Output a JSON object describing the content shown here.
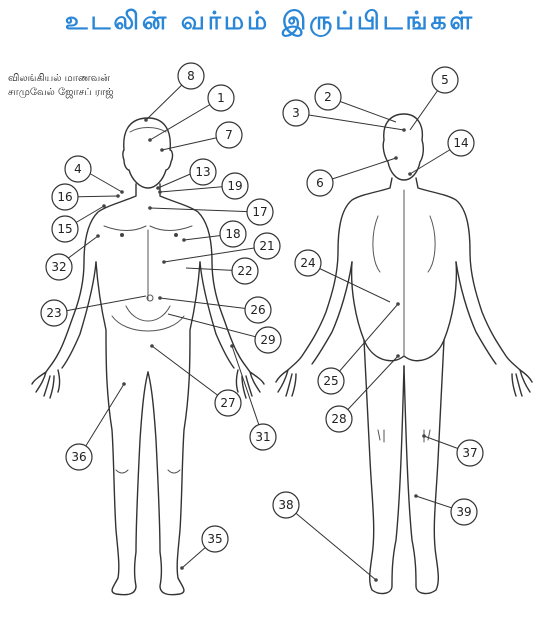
{
  "title": "உடலின் வர்மம் இருப்பிடங்கள்",
  "author": {
    "line1": "விலங்கியல் மாணவன்",
    "line2": "சாமுவேல் ஜோசப் ராஜ்"
  },
  "labels": [
    "1",
    "2",
    "3",
    "4",
    "5",
    "6",
    "7",
    "8",
    "13",
    "14",
    "15",
    "16",
    "17",
    "18",
    "19",
    "21",
    "22",
    "23",
    "24",
    "25",
    "26",
    "27",
    "28",
    "29",
    "31",
    "32",
    "35",
    "36",
    "37",
    "38",
    "39"
  ]
}
